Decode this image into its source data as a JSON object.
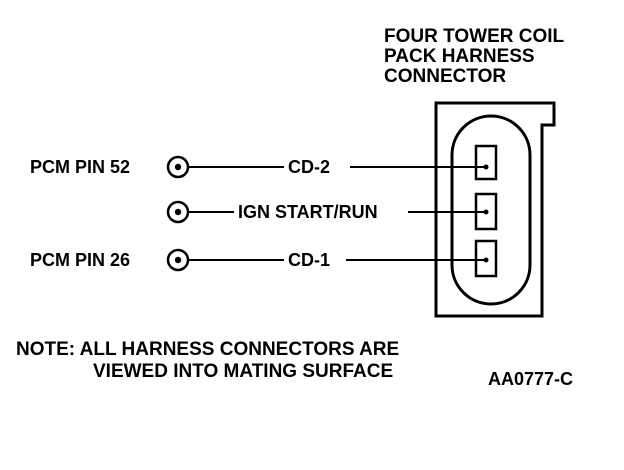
{
  "connector": {
    "title_lines": [
      "FOUR TOWER COIL",
      "PACK HARNESS",
      "CONNECTOR"
    ]
  },
  "circuits": [
    {
      "pin_label": "PCM PIN 52",
      "wire_label": "CD-2"
    },
    {
      "pin_label": "",
      "wire_label": "IGN START/RUN"
    },
    {
      "pin_label": "PCM PIN 26",
      "wire_label": "CD-1"
    }
  ],
  "note": {
    "line1": "NOTE: ALL HARNESS CONNECTORS ARE",
    "line2": "VIEWED INTO MATING SURFACE"
  },
  "figure_code": "AA0777-C"
}
